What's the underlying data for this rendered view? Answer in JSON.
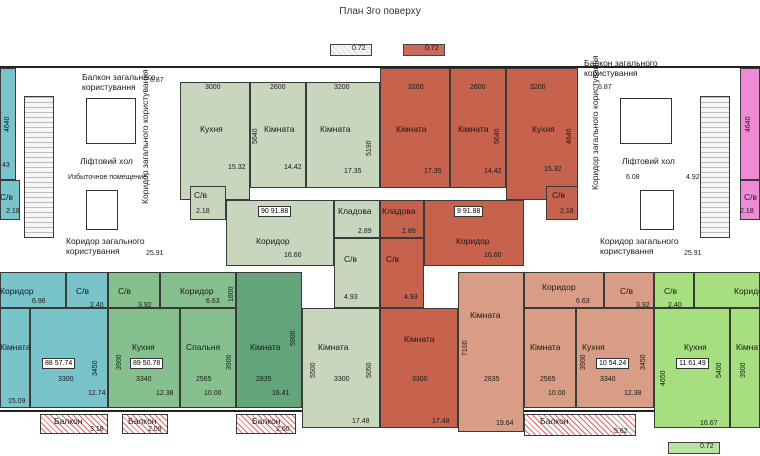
{
  "title": "План 3го поверху",
  "top_marks": [
    "0.72",
    "0.72"
  ],
  "bottom_mark": "0.72",
  "colors": {
    "teal": "#79c4ca",
    "green_light": "#b5dca5",
    "green_mid": "#86c08f",
    "green_dark": "#62a57b",
    "sage": "#c7d6bd",
    "sage_dark": "#9ab39a",
    "brick": "#c7624d",
    "salmon": "#d99d86",
    "lime": "#a6df80",
    "pink": "#ee8ad6"
  },
  "apartments": {
    "a88": {
      "no": "88",
      "area": "57.74"
    },
    "a89": {
      "no": "89",
      "area": "50.78"
    },
    "a90": {
      "no": "90",
      "area": "91.88"
    },
    "a9": {
      "no": "9",
      "area": "91.88"
    },
    "a10": {
      "no": "10",
      "area": "54.24"
    },
    "a11": {
      "no": "11",
      "area": "61.49"
    }
  },
  "labels": {
    "balcony_common": "Балкон загального користування",
    "lift_hall": "Ліфтовий хол",
    "corridor_common": "Коридор загального користування",
    "corridor": "Коридор",
    "kitchen": "Кухня",
    "room": "Кімната",
    "bedroom": "Спальня",
    "storage": "Кладова",
    "bath": "С/в",
    "balcony": "Балкон",
    "spare_room": "Избыточное помещение"
  },
  "numbers": {
    "n6_87": "6.87",
    "n3000": "3000",
    "n2600": "2600",
    "n3200": "3200",
    "n4640": "4640",
    "n5640": "5640",
    "n5190": "5190",
    "n15_32": "15.32",
    "n14_42": "14.42",
    "n17_35": "17.35",
    "n2_18": "2.18",
    "n6_08": "6.08",
    "n4_92": "4.92",
    "n2_89": "2.89",
    "n25_91": "25.91",
    "n16_60": "16.60",
    "n6_96": "6.96",
    "n2_40": "2.40",
    "n3_92": "3.92",
    "n6_63": "6.63",
    "n4_93": "4.93",
    "n1800": "1800",
    "n3900": "3900",
    "n3450": "3450",
    "n5900": "5900",
    "n5500": "5500",
    "n5050": "5050",
    "n7100": "7100",
    "n4650": "4650",
    "n5400": "5400",
    "n3300": "3300",
    "n3340": "3340",
    "n2565": "2565",
    "n2835": "2835",
    "n15_09": "15.09",
    "n12_74": "12.74",
    "n12_38": "12.38",
    "n10_00": "10.00",
    "n16_41": "16.41",
    "n17_48": "17.48",
    "n19_64": "19.64",
    "n16_67": "16.67",
    "n3_18": "3.18",
    "n2_09": "2.09",
    "n2_60": "2.60",
    "n5_62": "5.62",
    "n4_43": "43"
  }
}
